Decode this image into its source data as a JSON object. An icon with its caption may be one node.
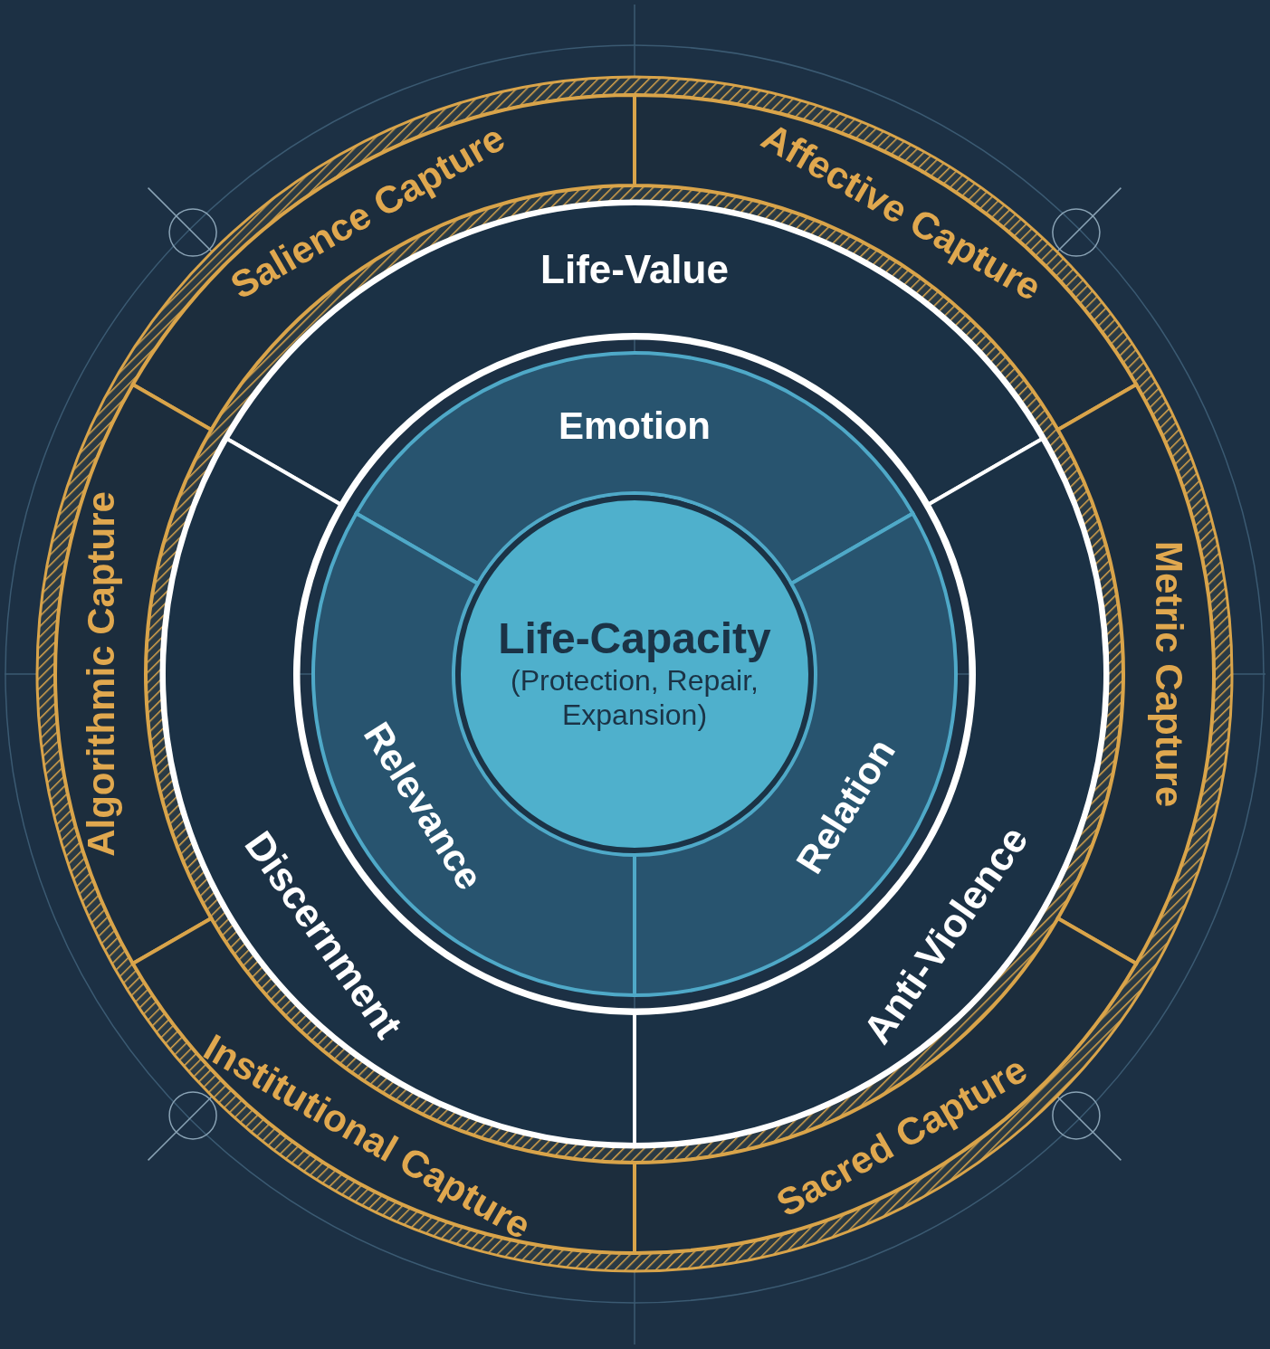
{
  "diagram": {
    "nodes": [
      {
        "text": [
          "Salience Capture"
        ]
      },
      {
        "text": [
          "Affective Capture"
        ]
      },
      {
        "text": [
          "Life-Value"
        ]
      },
      {
        "text": [
          "Emotion"
        ]
      },
      {
        "text": [
          "Algorithmic Capture"
        ]
      },
      {
        "text": [
          "Metric Capture"
        ]
      },
      {
        "text": [
          "Life-Capacity",
          "(Protection, Repair, Expansion)"
        ]
      },
      {
        "text": [
          "Relevance"
        ]
      },
      {
        "text": [
          "Relation"
        ]
      },
      {
        "text": [
          "Discernment"
        ]
      },
      {
        "text": [
          "Anti-Violence"
        ]
      },
      {
        "text": [
          "Institutional Capture"
        ]
      },
      {
        "text": [
          "Sacred Capture"
        ]
      }
    ],
    "edges": []
  }
}
